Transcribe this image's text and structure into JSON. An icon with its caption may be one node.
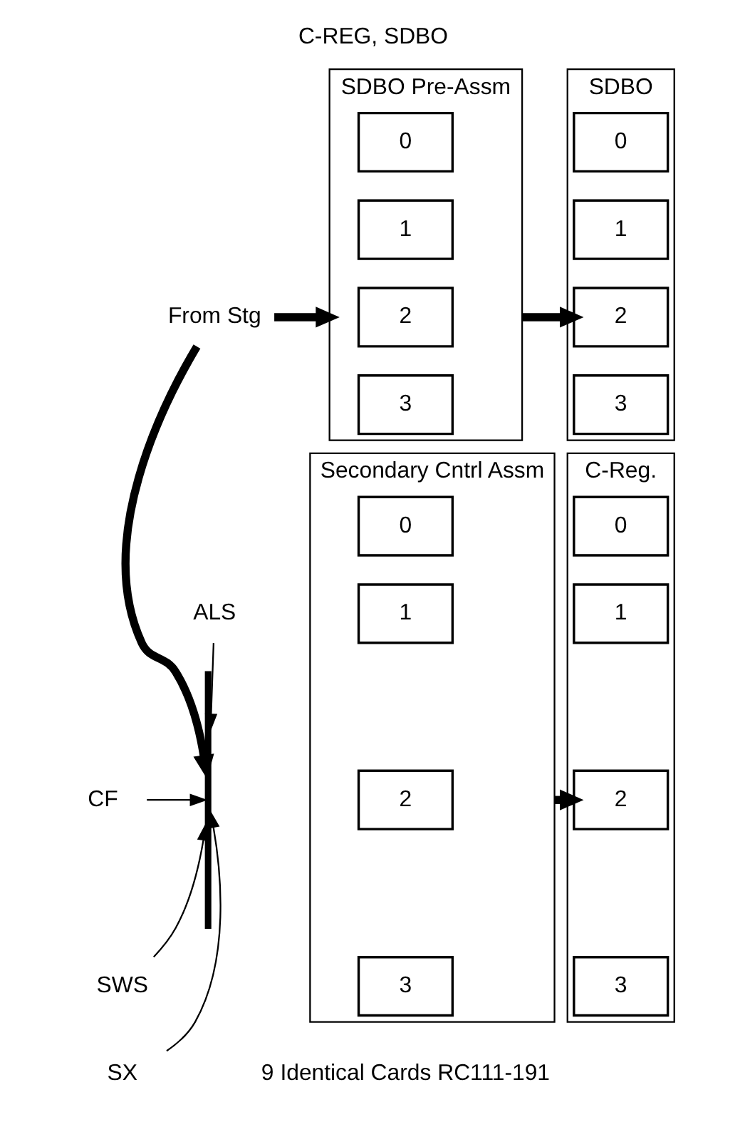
{
  "diagram": {
    "title": "C-REG, SDBO",
    "nodes": [
      {
        "text": [
          "From Stg"
        ]
      },
      {
        "text": [
          "SDBO Pre-Assm"
        ]
      },
      {
        "text": [
          "0"
        ],
        "in": 1
      },
      {
        "text": [
          "1"
        ],
        "in": 1
      },
      {
        "text": [
          "2"
        ],
        "in": 1
      },
      {
        "text": [
          "3"
        ],
        "in": 1
      },
      {
        "text": [
          "SDBO"
        ]
      },
      {
        "text": [
          "0"
        ],
        "in": 6
      },
      {
        "text": [
          "1"
        ],
        "in": 6
      },
      {
        "text": [
          "2"
        ],
        "in": 6
      },
      {
        "text": [
          "3"
        ],
        "in": 6
      },
      {
        "text": [],
        "shape": "bar"
      },
      {
        "text": [
          "Secondary Cntrl Assm"
        ]
      },
      {
        "text": [
          "0"
        ],
        "in": 12
      },
      {
        "text": [
          "1"
        ],
        "in": 12
      },
      {
        "text": [
          "2"
        ],
        "in": 12
      },
      {
        "text": [
          "3"
        ],
        "in": 12
      },
      {
        "text": [
          "C-Reg."
        ]
      },
      {
        "text": [
          "0"
        ],
        "in": 17
      },
      {
        "text": [
          "1"
        ],
        "in": 17
      },
      {
        "text": [
          "2"
        ],
        "in": 17
      },
      {
        "text": [
          "3"
        ],
        "in": 17
      },
      {
        "text": [
          "ALS"
        ]
      },
      {
        "text": [
          "CF"
        ]
      },
      {
        "text": [
          "SWS"
        ]
      },
      {
        "text": [
          "SX"
        ]
      }
    ],
    "edges": [
      {
        "from": 0,
        "to": 1,
        "arrow": "to",
        "style": "thick"
      },
      {
        "from": 0,
        "to": 11,
        "arrow": "to",
        "style": "thick"
      },
      {
        "from": 1,
        "to": 9,
        "arrow": "to",
        "style": "thick"
      },
      {
        "from": 12,
        "to": 20,
        "arrow": "to",
        "style": "thick"
      },
      {
        "from": 22,
        "to": 11,
        "arrow": "to"
      },
      {
        "from": 23,
        "to": 11,
        "arrow": "to"
      },
      {
        "from": 24,
        "to": 11,
        "arrow": "to"
      },
      {
        "from": 25,
        "to": 11,
        "arrow": "to"
      }
    ],
    "labels": [
      "9 Identical Cards RC111-191"
    ]
  }
}
